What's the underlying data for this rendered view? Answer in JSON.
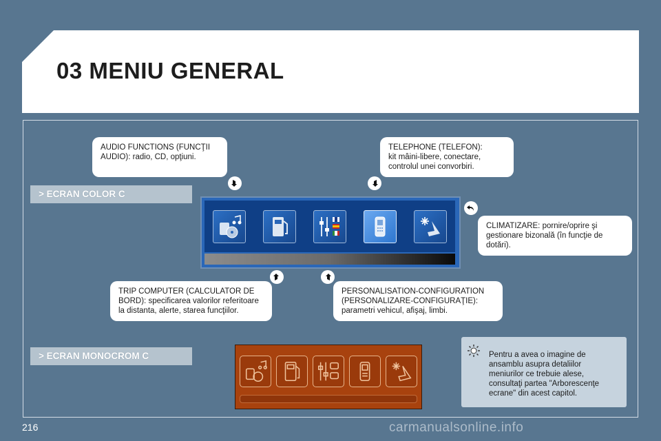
{
  "header": {
    "title": "03 MENIU GENERAL"
  },
  "callouts": {
    "audio": {
      "lines": [
        "AUDIO FUNCTIONS (FUNCŢII",
        "AUDIO): radio, CD, opţiuni."
      ]
    },
    "telephone": {
      "lines": [
        "TELEPHONE (TELEFON):",
        "kit mâini-libere, conectare,",
        "controlul unei convorbiri."
      ]
    },
    "climate": {
      "lines": [
        "CLIMATIZARE: pornire/oprire şi",
        "gestionare bizonală (în funcţie de",
        "dotări)."
      ]
    },
    "trip": {
      "lines": [
        "TRIP COMPUTER (CALCULATOR DE",
        "BORD): specificarea valorilor referitoare",
        "la distanta, alerte, starea funcţiilor."
      ]
    },
    "personalisation": {
      "lines": [
        "PERSONALISATION-CONFIGURATION",
        "(PERSONALIZARE-CONFIGURAŢIE):",
        "parametri vehicul, afişaj, limbi."
      ]
    }
  },
  "sections": {
    "color": "> ECRAN COLOR C",
    "mono": "> ECRAN MONOCROM C"
  },
  "icons": [
    "audio-icon",
    "fuel-pump-icon",
    "settings-sliders-icon",
    "phone-icon",
    "climate-icon"
  ],
  "note": {
    "lines": [
      "Pentru a avea o imagine de",
      "ansamblu asupra detaliilor",
      "meniurilor ce trebuie alese,",
      "consultaţi partea \"Arborescenţe",
      "ecrane\" din acest capitol."
    ]
  },
  "footer": {
    "page_number": "216",
    "watermark": "carmanualsonline.info"
  },
  "colors": {
    "background": "#587690",
    "color_screen": "#0f3f86",
    "mono_screen": "#a8420e",
    "section_bar": "#b5c3ce"
  }
}
